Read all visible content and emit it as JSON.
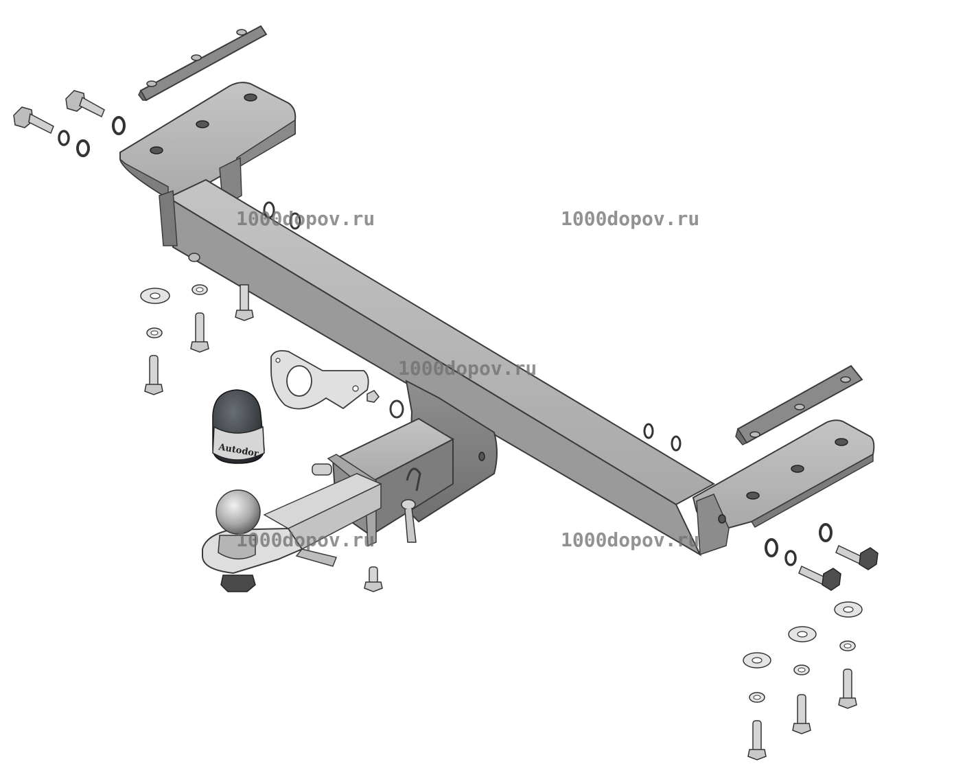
{
  "watermarks": [
    {
      "text": "1000dopov.ru"
    },
    {
      "text": "1000dopov.ru"
    },
    {
      "text": "1000dopov.ru"
    },
    {
      "text": "1000dopov.ru"
    },
    {
      "text": "1000dopov.ru"
    }
  ],
  "ball_cap_label": "Autodor",
  "colors": {
    "metal_light": "#b9b9b9",
    "metal_mid": "#9e9e9e",
    "metal_dark": "#6e6e6e",
    "outline": "#3a3a3a",
    "cap": "#2f3338",
    "hardware_light": "#d8d8d8"
  }
}
